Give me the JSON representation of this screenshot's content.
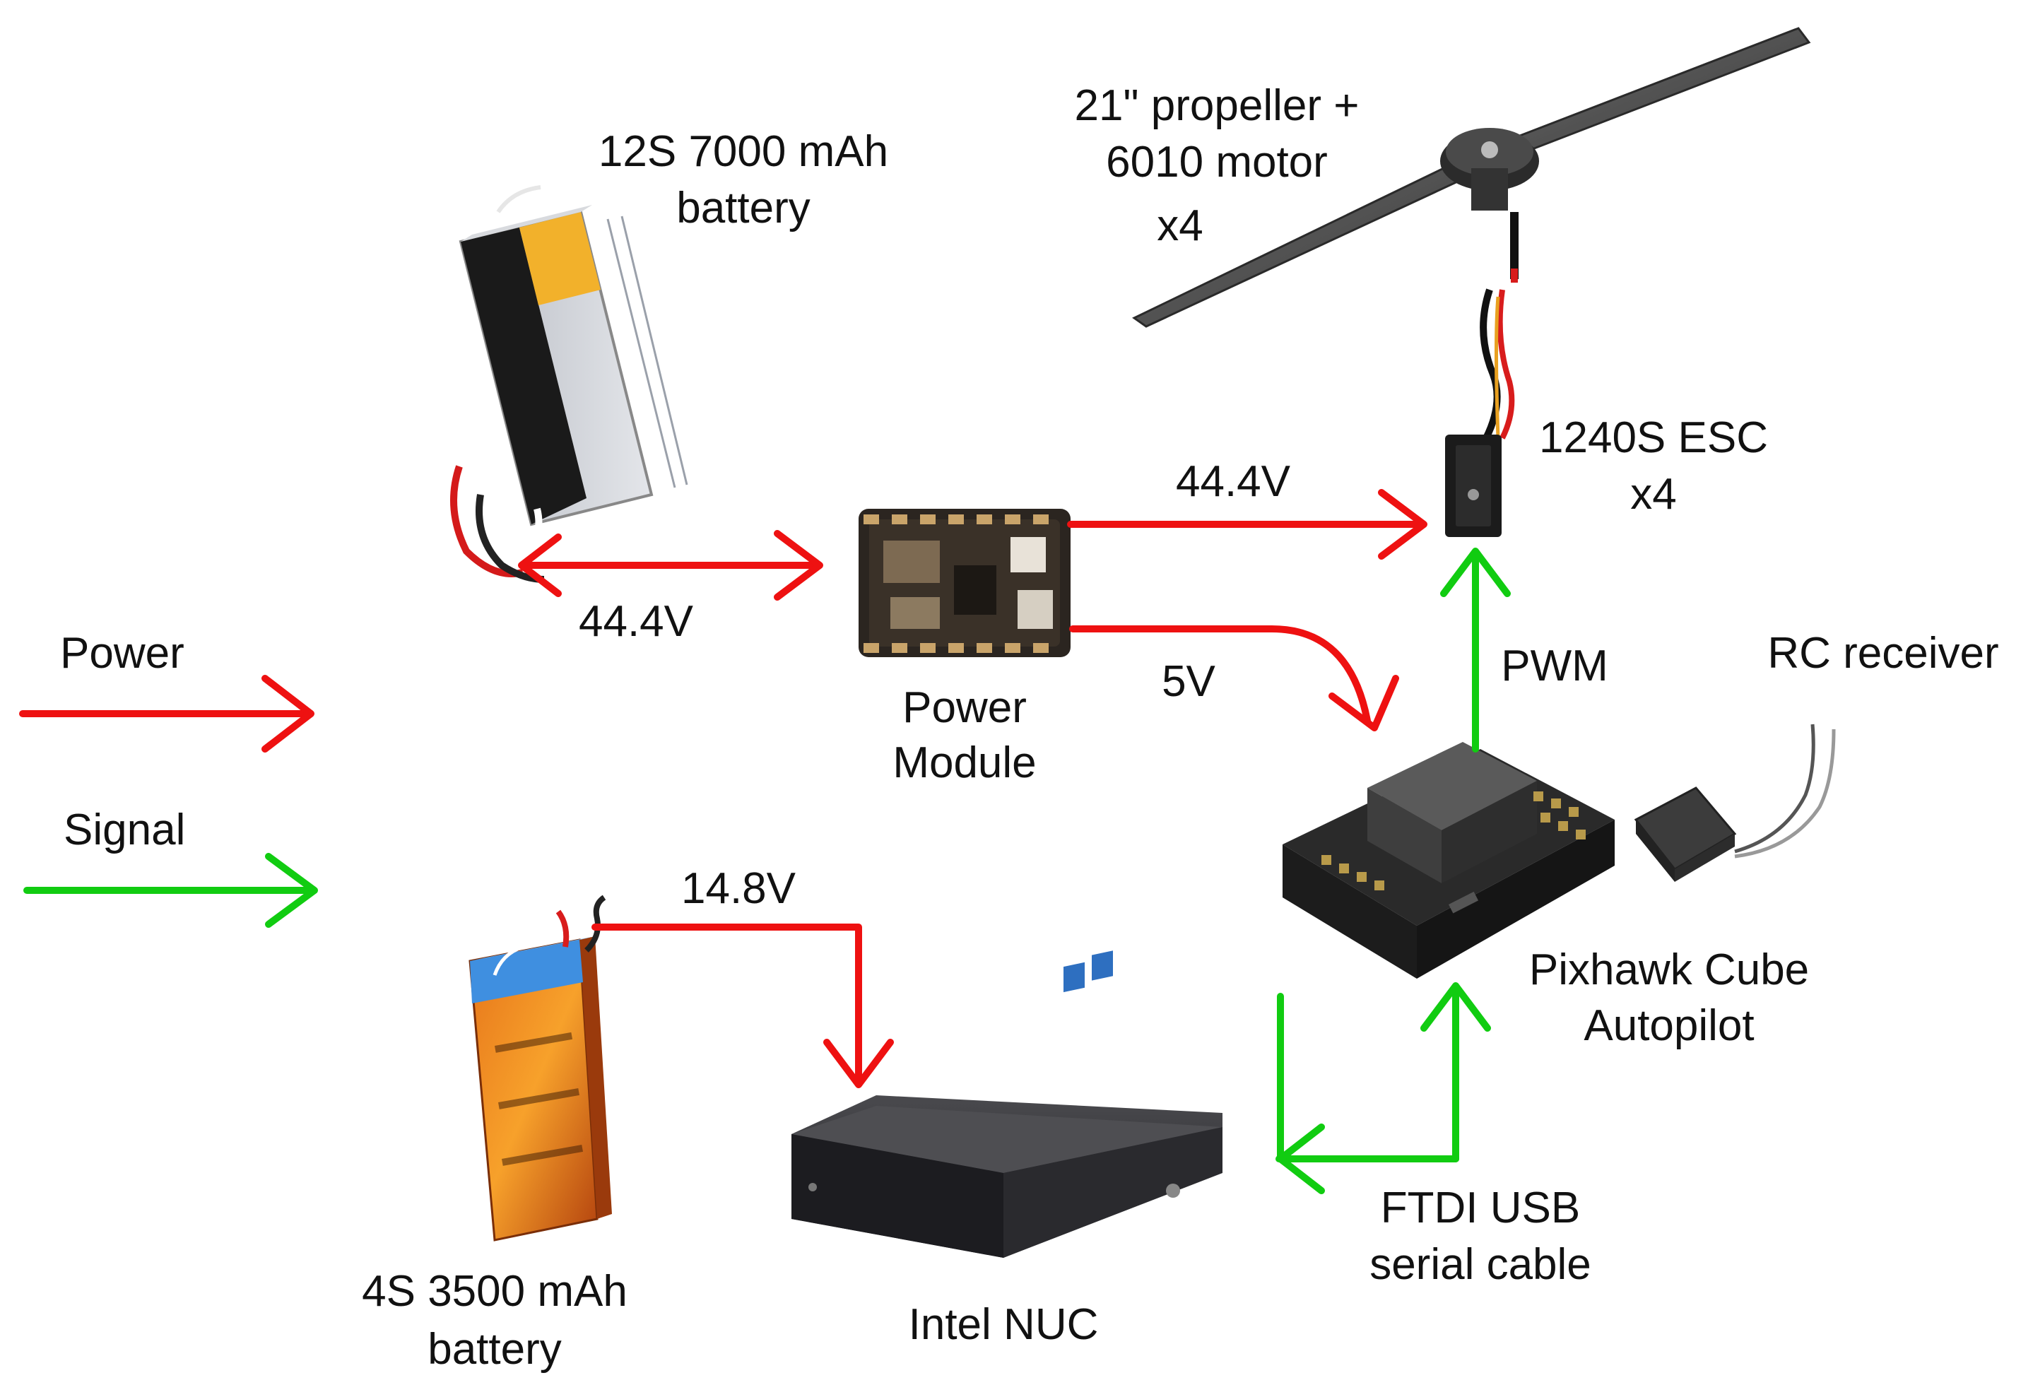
{
  "legend": {
    "power_label": "Power",
    "signal_label": "Signal"
  },
  "components": {
    "main_battery": [
      "12S 7000 mAh",
      "battery"
    ],
    "power_module": [
      "Power",
      "Module"
    ],
    "propeller_motor": [
      "21\" propeller +",
      "6010 motor",
      "x4"
    ],
    "esc": [
      "1240S ESC",
      "x4"
    ],
    "rc_receiver": [
      "RC receiver"
    ],
    "pixhawk": [
      "Pixhawk Cube",
      "Autopilot"
    ],
    "aux_battery": [
      "4S 3500 mAh",
      "battery"
    ],
    "nuc": [
      "Intel NUC"
    ],
    "ftdi": [
      "FTDI USB",
      "serial cable"
    ]
  },
  "connections": {
    "battery_to_module": "44.4V",
    "module_to_esc": "44.4V",
    "module_to_pixhawk": "5V",
    "pixhawk_to_esc": "PWM",
    "aux_battery_to_nuc": "14.8V"
  },
  "colors": {
    "power": "#ee1111",
    "signal": "#11cc11",
    "text": "#111111"
  }
}
